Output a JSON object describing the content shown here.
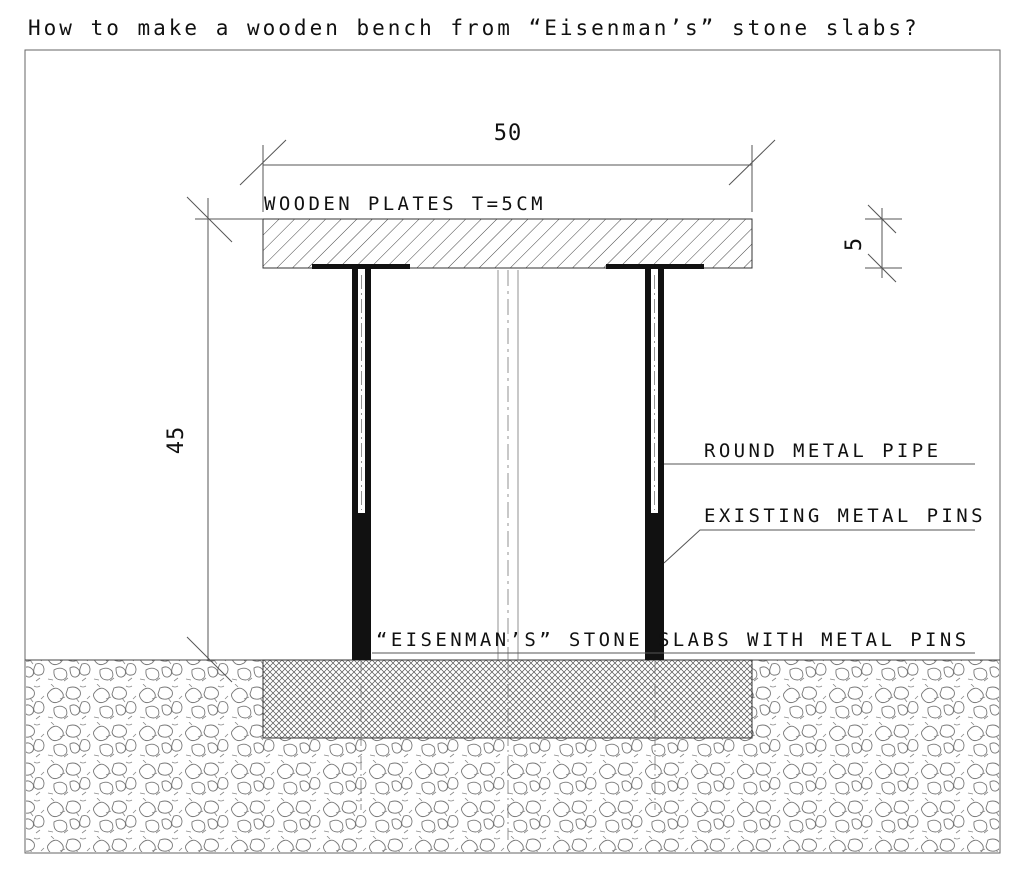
{
  "title": "How to make a wooden bench from “Eisenman’s” stone slabs?",
  "labels": {
    "wooden_plates": "WOODEN PLATES T=5CM",
    "round_pipe": "ROUND METAL PIPE",
    "existing_pins": "EXISTING METAL PINS",
    "stone_slabs": "“EISENMAN’S” STONE SLABS WITH METAL PINS"
  },
  "dimensions": {
    "width": "50",
    "height": "45",
    "thickness": "5"
  },
  "colors": {
    "line": "#111111",
    "thin_line": "#555555",
    "background": "#ffffff"
  }
}
